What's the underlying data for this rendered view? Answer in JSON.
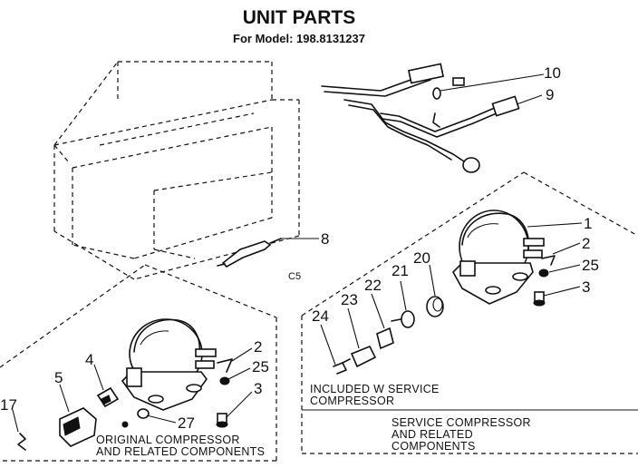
{
  "title": "UNIT PARTS",
  "model_line": "For Model: 198.8131237",
  "center_code": "C5",
  "callouts": {
    "c1": "1",
    "c2a": "2",
    "c25a": "25",
    "c3a": "3",
    "c8": "8",
    "c9": "9",
    "c10": "10",
    "c20": "20",
    "c21": "21",
    "c22": "22",
    "c23": "23",
    "c24": "24",
    "c2b": "2",
    "c25b": "25",
    "c3b": "3",
    "c4": "4",
    "c5": "5",
    "c27": "27",
    "c17": "17"
  },
  "labels": {
    "included_line1": "INCLUDED W  SERVICE",
    "included_line2": "COMPRESSOR",
    "service_line1": "SERVICE COMPRESSOR",
    "service_line2": "AND RELATED",
    "service_line3": "COMPONENTS",
    "original_line1": "ORIGINAL COMPRESSOR",
    "original_line2": "AND RELATED COMPONENTS"
  }
}
